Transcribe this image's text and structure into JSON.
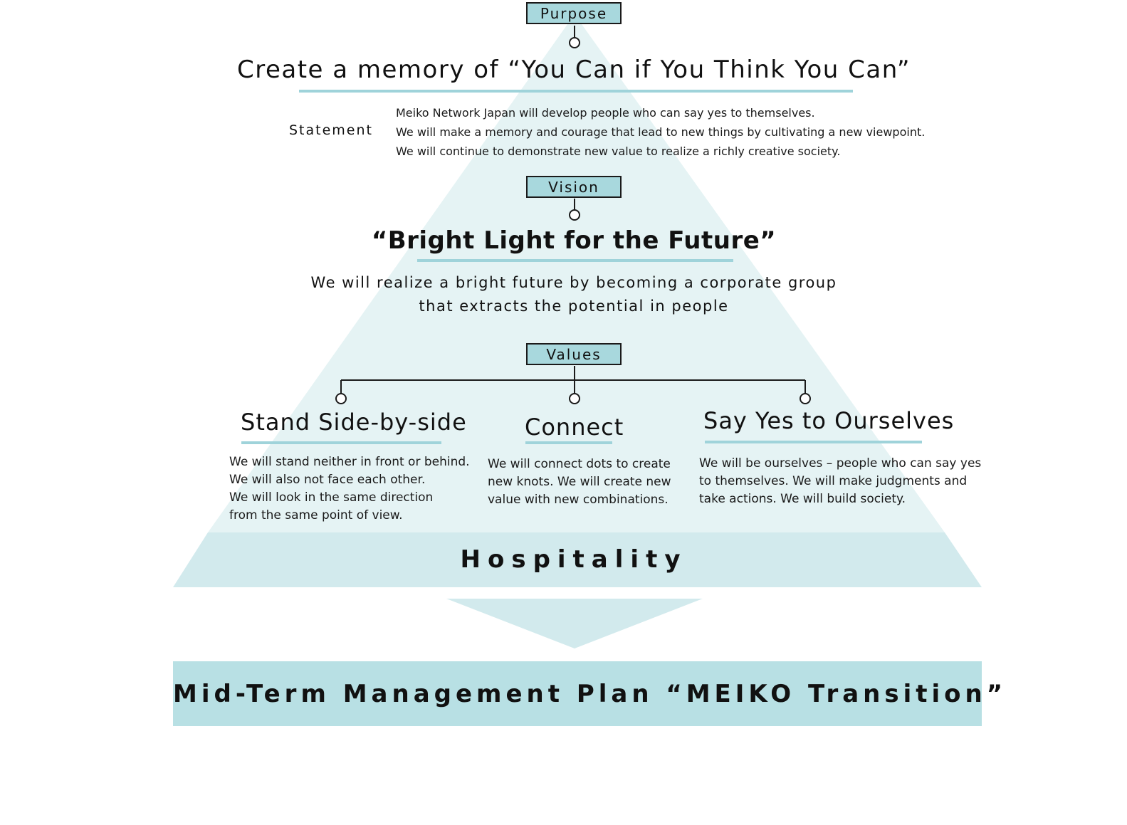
{
  "colors": {
    "triangle_light": "#e5f3f4",
    "band": "#d2eaed",
    "label_fill": "#a8d8dd",
    "underline": "#9fd3da",
    "plan_fill": "#b8e0e4",
    "line": "#1a1a1a"
  },
  "purpose": {
    "label": "Purpose",
    "title": "Create a memory of “You Can if You Think You Can”"
  },
  "statement": {
    "label": "Statement",
    "lines": [
      "Meiko Network Japan will develop people who can say yes to themselves.",
      "We will make a memory and courage that lead to new things by cultivating a new viewpoint.",
      "We will continue to demonstrate new value to realize a richly creative society."
    ]
  },
  "vision": {
    "label": "Vision",
    "title": "“Bright Light for the Future”",
    "lines": [
      "We will realize a bright future by becoming a corporate group",
      "that extracts the potential in people"
    ]
  },
  "values": {
    "label": "Values",
    "items": [
      {
        "title": "Stand Side-by-side",
        "lines": [
          "We will stand neither in front or behind.",
          "We will also not face each other.",
          "We will look in the same direction",
          "from the same point of view."
        ]
      },
      {
        "title": "Connect",
        "lines": [
          "We will connect dots to create",
          "new knots. We will create new",
          "value with new combinations."
        ]
      },
      {
        "title": "Say Yes to Ourselves",
        "lines": [
          "We will be ourselves – people who can say yes",
          "to themselves. We will make judgments and",
          "take actions. We will build society."
        ]
      }
    ]
  },
  "foundation": "Hospitality",
  "plan": "Mid-Term Management Plan “MEIKO Transition”"
}
